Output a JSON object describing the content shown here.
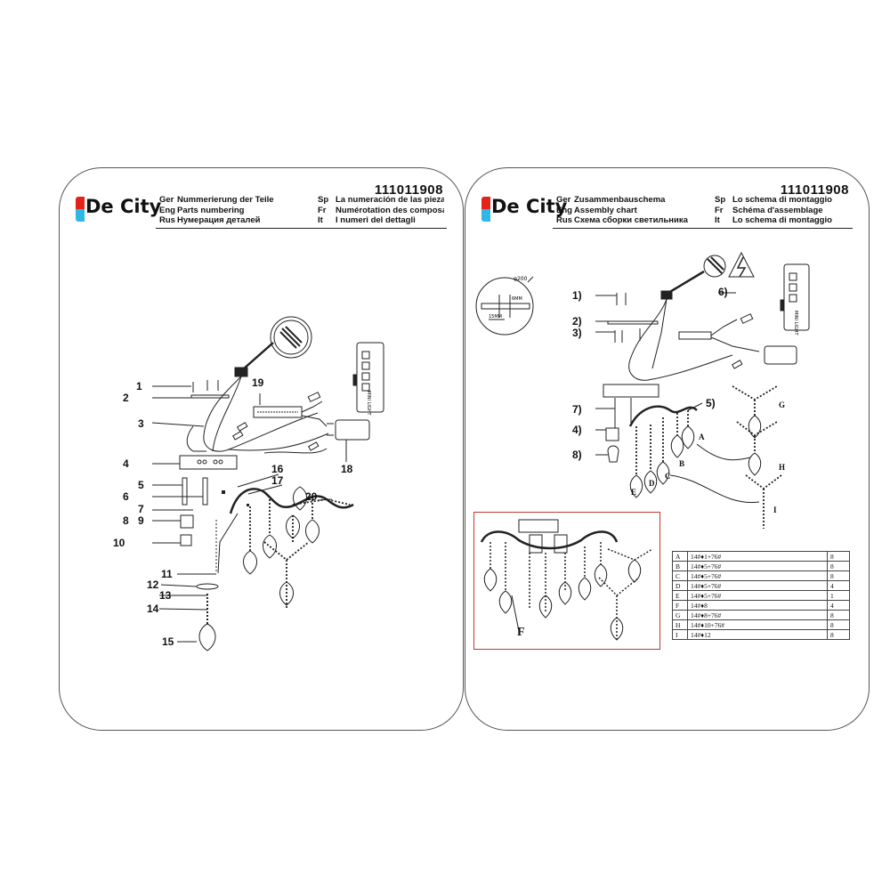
{
  "brand": {
    "name": "De City",
    "mark_colors": {
      "top": "#e2231a",
      "bottom": "#2fb7e6"
    }
  },
  "left_page": {
    "code": "111011908",
    "header": [
      {
        "l1": "Ger",
        "v1": "Nummerierung der Teile",
        "l2": "Sp",
        "v2": "La numeración de las piezas"
      },
      {
        "l1": "Eng",
        "v1": "Parts numbering",
        "l2": "Fr",
        "v2": "Numérotation des composants"
      },
      {
        "l1": "Rus",
        "v1": "Нумерация деталей",
        "l2": "It",
        "v2": "I numeri del dettagli"
      }
    ],
    "part_numbers": [
      "1",
      "2",
      "3",
      "4",
      "5",
      "6",
      "7",
      "8",
      "9",
      "10",
      "11",
      "12",
      "13",
      "14",
      "15",
      "16",
      "17",
      "18",
      "19",
      "20"
    ],
    "remote_label": "MINI LIGHT"
  },
  "right_page": {
    "code": "111011908",
    "header": [
      {
        "l1": "Ger",
        "v1": "Zusammenbauschema",
        "l2": "Sp",
        "v2": "Lo schema di montaggio"
      },
      {
        "l1": "Eng",
        "v1": "Assembly chart",
        "l2": "Fr",
        "v2": "Schéma d'assemblage"
      },
      {
        "l1": "Rus",
        "v1": "Схема сборки светильника",
        "l2": "It",
        "v2": "Lo schema di montaggio"
      }
    ],
    "steps": [
      "1)",
      "2)",
      "3)",
      "4)",
      "5)",
      "6)",
      "7)",
      "8)"
    ],
    "detail": {
      "diameter": "φ200",
      "dim1": "6MM",
      "dim2": "15MM"
    },
    "chain_letters": [
      "A",
      "B",
      "C",
      "D",
      "E",
      "F",
      "G",
      "H",
      "I"
    ],
    "remote_label": "MINI LIGHT",
    "table": [
      {
        "k": "A",
        "v": "14#♦1+76#",
        "q": "8"
      },
      {
        "k": "B",
        "v": "14#♦5+76#",
        "q": "8"
      },
      {
        "k": "C",
        "v": "14#♦5+76#",
        "q": "8"
      },
      {
        "k": "D",
        "v": "14#♦5+76#",
        "q": "4"
      },
      {
        "k": "E",
        "v": "14#♦5+76#",
        "q": "1"
      },
      {
        "k": "F",
        "v": "14#♦8",
        "q": "4"
      },
      {
        "k": "G",
        "v": "14#♦8+76#",
        "q": "8"
      },
      {
        "k": "H",
        "v": "14#♦10+76#",
        "q": "8"
      },
      {
        "k": "I",
        "v": "14#♦12",
        "q": "8"
      }
    ]
  }
}
